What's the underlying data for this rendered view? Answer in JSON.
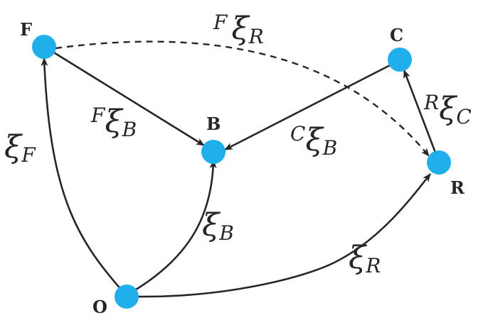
{
  "diagram": {
    "nodes": {
      "F": {
        "label": "F"
      },
      "B": {
        "label": "B"
      },
      "C": {
        "label": "C"
      },
      "R": {
        "label": "R"
      },
      "O": {
        "label": "O"
      }
    },
    "edges": {
      "xi_F": {
        "sup": "",
        "sym": "ξ",
        "sub": "F"
      },
      "F_xi_B": {
        "sup": "F",
        "sym": "ξ",
        "sub": "B"
      },
      "F_xi_R": {
        "sup": "F",
        "sym": "ξ",
        "sub": "R"
      },
      "C_xi_B": {
        "sup": "C",
        "sym": "ξ",
        "sub": "B"
      },
      "R_xi_C": {
        "sup": "R",
        "sym": "ξ",
        "sub": "C"
      },
      "xi_B": {
        "sup": "",
        "sym": "ξ",
        "sub": "B"
      },
      "xi_R": {
        "sup": "",
        "sym": "ξ",
        "sub": "R"
      }
    },
    "colors": {
      "node": "#1fb0ec",
      "edge": "#262626"
    }
  }
}
